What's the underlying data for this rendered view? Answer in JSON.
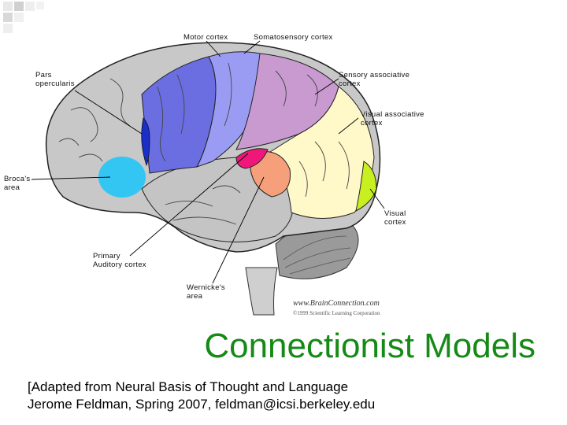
{
  "labels": {
    "motor_cortex": "Motor cortex",
    "somatosensory_cortex": "Somatosensory cortex",
    "pars_opercularis": [
      "Pars",
      "opercularis"
    ],
    "sensory_associative": [
      "Sensory associative",
      "cortex"
    ],
    "visual_associative": [
      "Visual associative",
      "cortex"
    ],
    "brocas_area": [
      "Broca's",
      "area"
    ],
    "visual_cortex": [
      "Visual",
      "cortex"
    ],
    "primary_auditory": [
      "Primary",
      "Auditory cortex"
    ],
    "wernickes_area": [
      "Wernicke's",
      "area"
    ]
  },
  "watermark": {
    "site": "www.BrainConnection.com",
    "copyright": "©1999 Scientific Learning Corporation"
  },
  "title": "Connectionist Models",
  "credit": {
    "line1": "[Adapted from Neural Basis of Thought and Language",
    "line2": "Jerome Feldman, Spring 2007, feldman@icsi.berkeley.edu"
  },
  "colors": {
    "title": "#168a16",
    "motor": "#6a6ee0",
    "somatosensory": "#9a9cf4",
    "sensory_assoc": "#c89ad0",
    "visual_assoc": "#fff8c8",
    "broca": "#33c6f2",
    "wernicke": "#f0177a",
    "auditory": "#f5a07a",
    "visual": "#c8f020",
    "lobe_gray": "#c8c8c8"
  }
}
